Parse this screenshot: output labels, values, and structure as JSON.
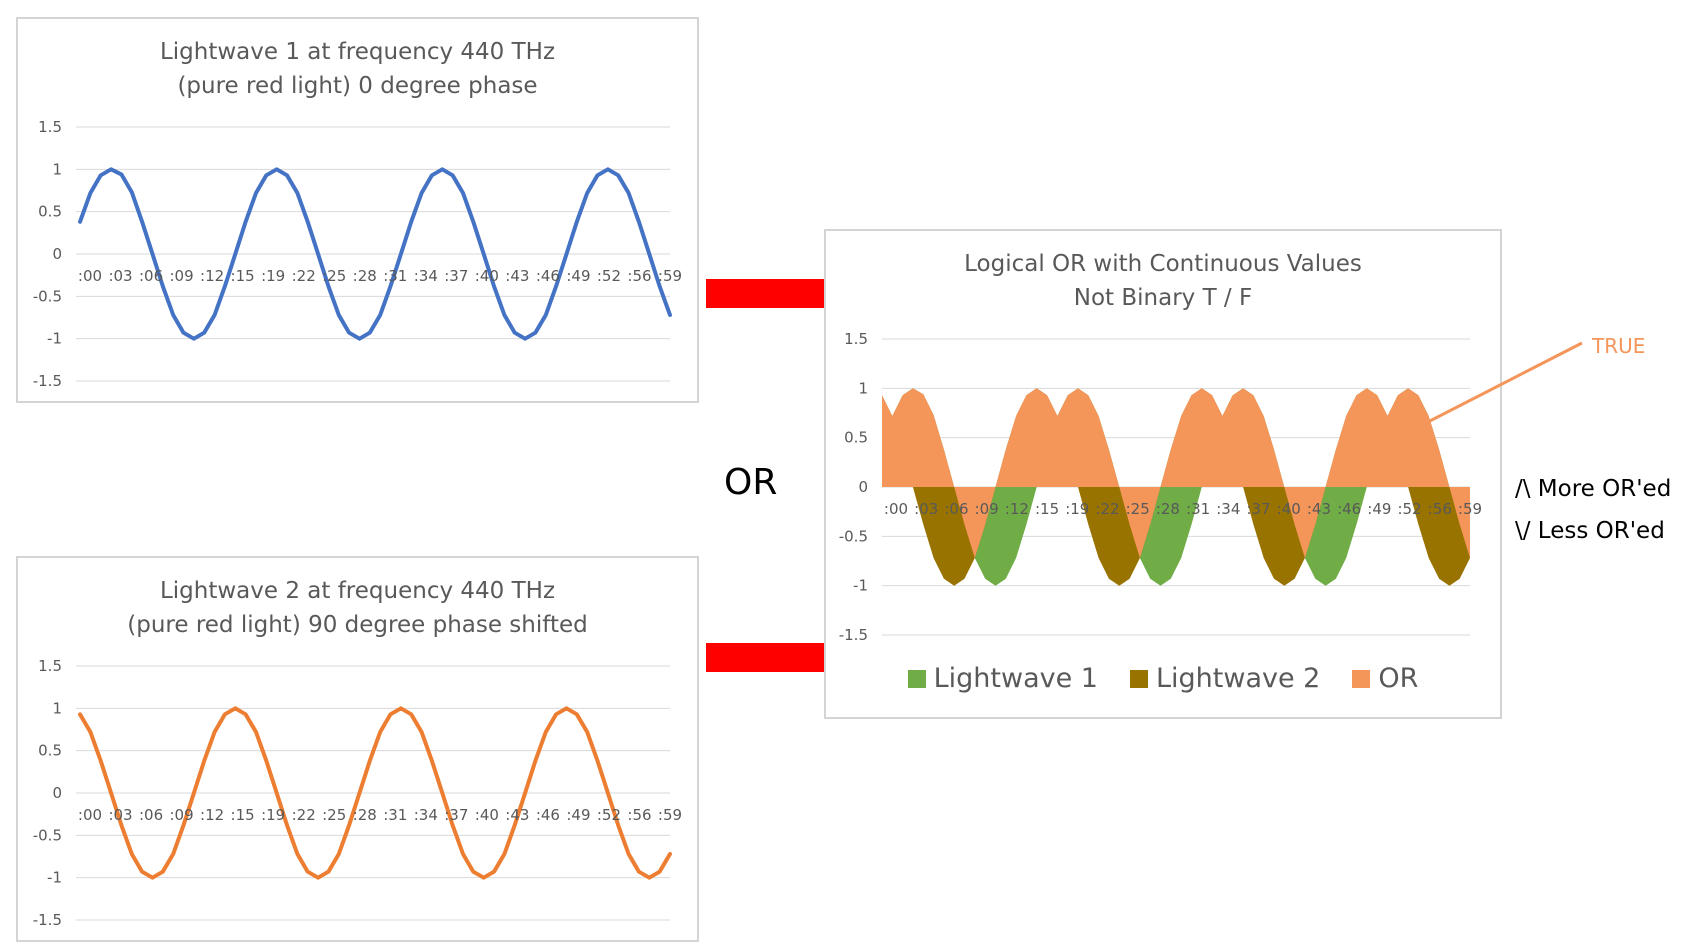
{
  "chart_data": [
    {
      "type": "line",
      "title": [
        "Lightwave 1 at frequency 440 THz",
        "(pure red light) 0 degree phase"
      ],
      "x_tick_labels": [
        ":00",
        ":03",
        ":06",
        ":09",
        ":12",
        ":15",
        ":19",
        ":22",
        ":25",
        ":28",
        ":31",
        ":34",
        ":37",
        ":40",
        ":43",
        ":46",
        ":49",
        ":52",
        ":56",
        ":59"
      ],
      "y_tick_labels": [
        "1.5",
        "1",
        "0.5",
        "0",
        "-0.5",
        "-1",
        "-1.5"
      ],
      "ylim": [
        -1.5,
        1.5
      ],
      "grid": true,
      "color": "#4472c4",
      "series": [
        {
          "values": [
            0.38,
            0.72,
            0.93,
            1.0,
            0.94,
            0.73,
            0.38,
            0.0,
            -0.38,
            -0.72,
            -0.93,
            -1.0,
            -0.93,
            -0.72,
            -0.38,
            0.0,
            0.38,
            0.72,
            0.93,
            1.0,
            0.93,
            0.72,
            0.38,
            0.0,
            -0.38,
            -0.72,
            -0.93,
            -1.0,
            -0.93,
            -0.72,
            -0.38,
            0.0,
            0.38,
            0.72,
            0.93,
            1.0,
            0.93,
            0.72,
            0.38,
            0.0,
            -0.38,
            -0.72,
            -0.93,
            -1.0,
            -0.93,
            -0.72,
            -0.38,
            0.0,
            0.38,
            0.72,
            0.93,
            1.0,
            0.93,
            0.72,
            0.38,
            0.0,
            -0.38,
            -0.72
          ]
        }
      ]
    },
    {
      "type": "line",
      "title": [
        "Lightwave 2 at frequency 440 THz",
        "(pure red light) 90 degree phase shifted"
      ],
      "x_tick_labels": [
        ":00",
        ":03",
        ":06",
        ":09",
        ":12",
        ":15",
        ":19",
        ":22",
        ":25",
        ":28",
        ":31",
        ":34",
        ":37",
        ":40",
        ":43",
        ":46",
        ":49",
        ":52",
        ":56",
        ":59"
      ],
      "y_tick_labels": [
        "1.5",
        "1",
        "0.5",
        "0",
        "-0.5",
        "-1",
        "-1.5"
      ],
      "ylim": [
        -1.5,
        1.5
      ],
      "grid": true,
      "color": "#ed7d31",
      "series": [
        {
          "values": [
            0.93,
            0.72,
            0.38,
            0.0,
            -0.38,
            -0.72,
            -0.93,
            -1.0,
            -0.93,
            -0.72,
            -0.38,
            0.0,
            0.38,
            0.72,
            0.93,
            1.0,
            0.93,
            0.72,
            0.38,
            0.0,
            -0.38,
            -0.72,
            -0.93,
            -1.0,
            -0.93,
            -0.72,
            -0.38,
            0.0,
            0.38,
            0.72,
            0.93,
            1.0,
            0.93,
            0.72,
            0.38,
            0.0,
            -0.38,
            -0.72,
            -0.93,
            -1.0,
            -0.93,
            -0.72,
            -0.38,
            0.0,
            0.38,
            0.72,
            0.93,
            1.0,
            0.93,
            0.72,
            0.38,
            0.0,
            -0.38,
            -0.72,
            -0.93,
            -1.0,
            -0.93,
            -0.72
          ]
        }
      ]
    },
    {
      "type": "area",
      "title": [
        "Logical OR with Continuous Values",
        "Not Binary T / F"
      ],
      "x_tick_labels": [
        ":00",
        ":03",
        ":06",
        ":09",
        ":12",
        ":15",
        ":19",
        ":22",
        ":25",
        ":28",
        ":31",
        ":34",
        ":37",
        ":40",
        ":43",
        ":46",
        ":49",
        ":52",
        ":56",
        ":59"
      ],
      "y_tick_labels": [
        "1.5",
        "1",
        "0.5",
        "0",
        "-0.5",
        "-1",
        "-1.5"
      ],
      "ylim": [
        -1.5,
        1.5
      ],
      "grid": true,
      "legend_position": "bottom",
      "series": [
        {
          "name": "Lightwave 1",
          "color": "#70ad47",
          "values": [
            0.38,
            0.72,
            0.93,
            1.0,
            0.94,
            0.73,
            0.38,
            0.0,
            -0.38,
            -0.72,
            -0.93,
            -1.0,
            -0.93,
            -0.72,
            -0.38,
            0.0,
            0.38,
            0.72,
            0.93,
            1.0,
            0.93,
            0.72,
            0.38,
            0.0,
            -0.38,
            -0.72,
            -0.93,
            -1.0,
            -0.93,
            -0.72,
            -0.38,
            0.0,
            0.38,
            0.72,
            0.93,
            1.0,
            0.93,
            0.72,
            0.38,
            0.0,
            -0.38,
            -0.72,
            -0.93,
            -1.0,
            -0.93,
            -0.72,
            -0.38,
            0.0,
            0.38,
            0.72,
            0.93,
            1.0,
            0.93,
            0.72,
            0.38,
            0.0,
            -0.38,
            -0.72
          ]
        },
        {
          "name": "Lightwave 2",
          "color": "#997300",
          "values": [
            0.93,
            0.72,
            0.38,
            0.0,
            -0.38,
            -0.72,
            -0.93,
            -1.0,
            -0.93,
            -0.72,
            -0.38,
            0.0,
            0.38,
            0.72,
            0.93,
            1.0,
            0.93,
            0.72,
            0.38,
            0.0,
            -0.38,
            -0.72,
            -0.93,
            -1.0,
            -0.93,
            -0.72,
            -0.38,
            0.0,
            0.38,
            0.72,
            0.93,
            1.0,
            0.93,
            0.72,
            0.38,
            0.0,
            -0.38,
            -0.72,
            -0.93,
            -1.0,
            -0.93,
            -0.72,
            -0.38,
            0.0,
            0.38,
            0.72,
            0.93,
            1.0,
            0.93,
            0.72,
            0.38,
            0.0,
            -0.38,
            -0.72,
            -0.93,
            -1.0,
            -0.93,
            -0.72
          ]
        },
        {
          "name": "OR",
          "color": "#f4955a",
          "values": [
            0.93,
            0.72,
            0.93,
            1.0,
            0.94,
            0.73,
            0.38,
            0.0,
            -0.38,
            -0.72,
            -0.38,
            0.0,
            0.38,
            0.72,
            0.93,
            1.0,
            0.93,
            0.72,
            0.93,
            1.0,
            0.93,
            0.72,
            0.38,
            0.0,
            -0.38,
            -0.72,
            -0.38,
            0.0,
            0.38,
            0.72,
            0.93,
            1.0,
            0.93,
            0.72,
            0.93,
            1.0,
            0.93,
            0.72,
            0.38,
            0.0,
            -0.38,
            -0.72,
            -0.38,
            0.0,
            0.38,
            0.72,
            0.93,
            1.0,
            0.93,
            0.72,
            0.93,
            1.0,
            0.93,
            0.72,
            0.38,
            0.0,
            -0.38,
            -0.72
          ]
        }
      ]
    }
  ],
  "connector_color": "#ff0000",
  "operator_label": "OR",
  "annotation": {
    "label": "TRUE",
    "color": "#f4955a"
  },
  "notes": {
    "more": "/\\ More OR'ed",
    "less": "\\/ Less OR'ed"
  },
  "colors": {
    "gridline": "#d9d9d9",
    "axis_text": "#595959",
    "panel_border": "#d4d4d4"
  }
}
